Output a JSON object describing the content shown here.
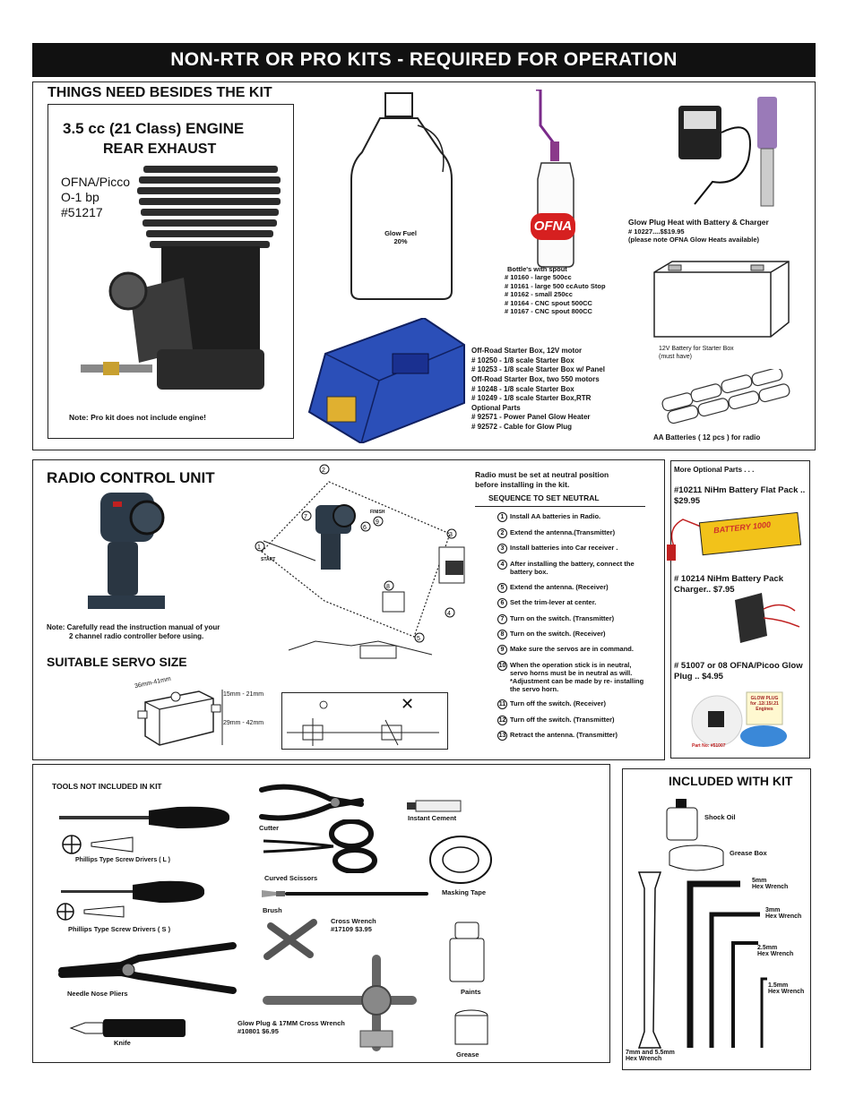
{
  "header": {
    "title": "NON-RTR OR PRO KITS  -  REQUIRED FOR OPERATION"
  },
  "things": {
    "heading": "THINGS NEED BESIDES THE KIT",
    "engine": {
      "title1": "3.5 cc (21 Class) ENGINE",
      "title2": "REAR EXHAUST",
      "model1": "OFNA/Picco",
      "model2": "O-1 bp",
      "model3": "#51217",
      "note": "Note: Pro kit does not include engine!"
    },
    "fuel": {
      "line1": "Glow Fuel",
      "line2": "20%"
    },
    "bottle": {
      "lines": [
        "Bottle's with spout",
        "# 10160 - large 500cc",
        "# 10161 - large 500 ccAuto Stop",
        "# 10162 - small 250cc",
        "# 10164 - CNC  spout 500CC",
        "# 10167 - CNC  spout 800CC"
      ],
      "logo": "OFNA"
    },
    "glow": {
      "lines": [
        "Glow Plug Heat with Battery & Charger",
        "# 10227....$$19.95",
        "(please note OFNA Glow Heats available)"
      ]
    },
    "starter": {
      "lines": [
        "Off-Road Starter Box, 12V motor",
        "# 10250 - 1/8 scale Starter Box",
        "# 10253 - 1/8 scale Starter Box w/ Panel",
        "Off-Road Starter Box, two 550 motors",
        "# 10248 - 1/8 scale Starter Box",
        "# 10249 - 1/8 scale Starter Box,RTR",
        "Optional Parts",
        "# 92571 - Power Panel Glow Heater",
        "# 92572 - Cable for Glow Plug"
      ]
    },
    "battery12": {
      "line1": "12V Battery for Starter Box",
      "line2": "(must have)"
    },
    "aa": {
      "label": "AA  Batteries ( 12 pcs ) for radio"
    }
  },
  "radio": {
    "heading": "RADIO CONTROL UNIT",
    "note1": "Note: Carefully read the instruction manual of your",
    "note2": "2 channel radio controller before using.",
    "servo_heading": "SUITABLE SERVO SIZE",
    "dim1": "36mm-41mm",
    "dim2": "15mm - 21mm",
    "dim3": "29mm - 42mm",
    "start": "START",
    "finish": "FINISH",
    "intro1": "Radio must be set at neutral position",
    "intro2": "before installing in the kit.",
    "seq_title": "SEQUENCE  TO SET NEUTRAL",
    "steps": [
      {
        "n": "1",
        "text": "Install AA batteries in Radio."
      },
      {
        "n": "2",
        "text": "Extend the antenna.(Transmitter)"
      },
      {
        "n": "3",
        "text": "Install batteries into Car receiver ."
      },
      {
        "n": "4",
        "text": "After installing the battery, connect the battery box."
      },
      {
        "n": "5",
        "text": "Extend the antenna. (Receiver)"
      },
      {
        "n": "6",
        "text": "Set the trim-lever at center."
      },
      {
        "n": "7",
        "text": "Turn  on the switch. (Transmitter)"
      },
      {
        "n": "8",
        "text": "Turn on the switch. (Receiver)"
      },
      {
        "n": "9",
        "text": "Make sure the servos are in command."
      },
      {
        "n": "10",
        "text": "When the operation stick is in neutral, servo horns must be in neutral  as will. *Adjustment can be made by re-   installing the servo horn."
      },
      {
        "n": "11",
        "text": "Turn off the switch. (Receiver)"
      },
      {
        "n": "12",
        "text": "Turn off the switch. (Transmitter)"
      },
      {
        "n": "13",
        "text": "Retract the antenna. (Transmitter)"
      }
    ],
    "ok": "○",
    "ng": "✕"
  },
  "optional": {
    "heading": "More Optional Parts . . .",
    "item1": "#10211 NiHm Battery Flat Pack .. $29.95",
    "item1_label": "BATTERY 1000",
    "item2": "# 10214 NiHm Battery Pack Charger.. $7.95",
    "item3": "# 51007 or 08 OFNA/Picoo Glow Plug .. $4.95",
    "glow_card1": "GLOW PLUG",
    "glow_card2": "for .12/.15/.21",
    "glow_card3": "Engines",
    "part_no": "Part No: #51007"
  },
  "tools": {
    "heading": "TOOLS NOT INCLUDED IN KIT",
    "phillips_l": "Phillips Type Screw Drivers ( L )",
    "phillips_s": "Phillips Type Screw Drivers  ( S )",
    "needle": "Needle Nose Pliers",
    "knife": "Knife",
    "cutter": "Cutter",
    "scissors": "Curved Scissors",
    "brush": "Brush",
    "cross1": "Cross Wrench",
    "cross2": "#17109 $3.95",
    "glowwrench1": "Glow Plug & 17MM Cross Wrench",
    "glowwrench2": "#10801  $6.95",
    "cement": "Instant Cement",
    "tape": "Masking Tape",
    "paints": "Paints",
    "grease": "Grease"
  },
  "included": {
    "heading": "INCLUDED WITH KIT",
    "shock": "Shock Oil",
    "greasebox": "Grease Box",
    "hex5a": "5mm",
    "hex5b": "Hex Wrench",
    "hex3a": "3mm",
    "hex3b": "Hex Wrench",
    "hex25a": "2.5mm",
    "hex25b": "Hex Wrench",
    "hex15a": "1.5mm",
    "hex15b": "Hex  Wrench",
    "wrench1": "7mm and 5.5mm",
    "wrench2": "Hex Wrench"
  },
  "colors": {
    "bar": "#111111",
    "starter_blue": "#2b4fb8",
    "fuel_logo": "#d62020",
    "battery_yellow": "#f2c21a"
  }
}
